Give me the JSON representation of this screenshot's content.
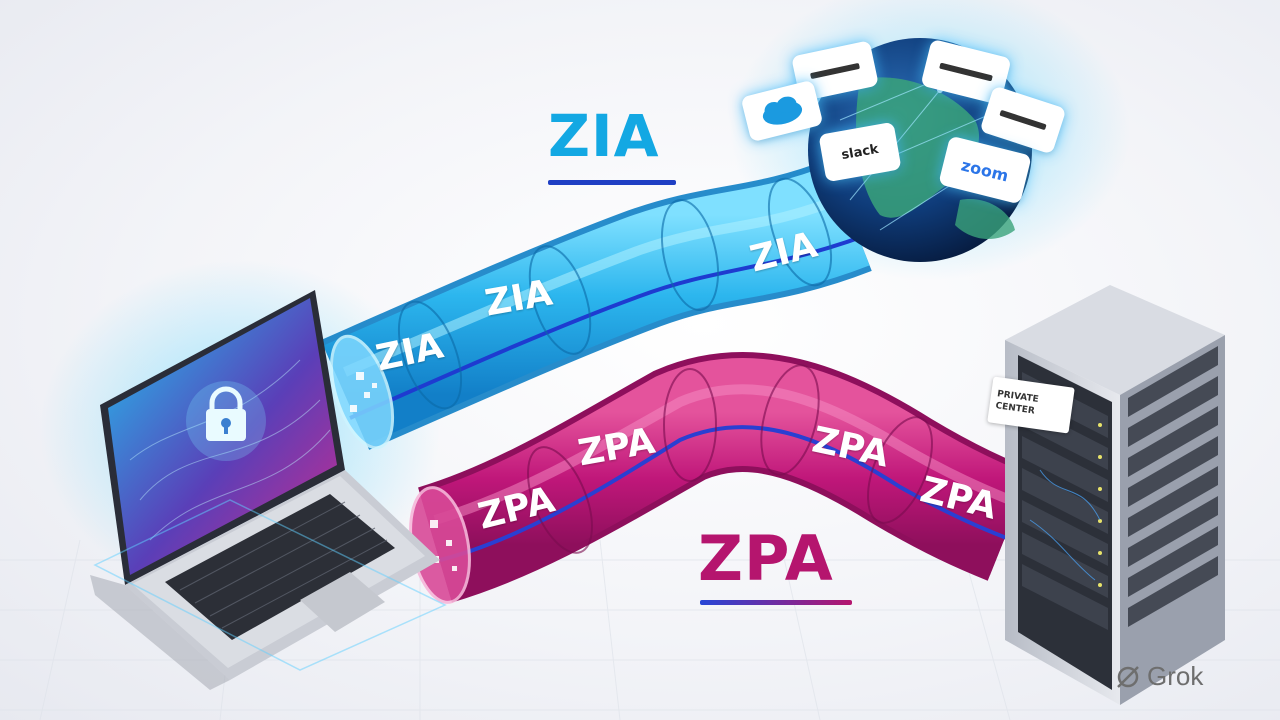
{
  "titles": {
    "zia": "ZIA",
    "zpa": "ZPA"
  },
  "zia_tunnel": {
    "labels": [
      "ZIA",
      "ZIA",
      "ZIA"
    ]
  },
  "zpa_tunnel": {
    "labels": [
      "ZPA",
      "ZPA",
      "ZPA",
      "ZPA"
    ]
  },
  "cloud_apps": [
    {
      "name": "",
      "icon": "app-card-icon"
    },
    {
      "name": "",
      "icon": "app-card-icon"
    },
    {
      "name": "",
      "icon": "salesforce-cloud-icon"
    },
    {
      "name": "",
      "icon": "app-card-icon"
    },
    {
      "name": "slack",
      "icon": "slack-icon"
    },
    {
      "name": "zoom",
      "icon": "zoom-icon"
    }
  ],
  "data_center": {
    "label_line1": "PRIVATE",
    "label_line2": "CENTER"
  },
  "watermark": {
    "text": "Grok",
    "icon": "grok-logo-icon"
  },
  "colors": {
    "zia": "#13a8e3",
    "zpa": "#b5156e",
    "accent_line": "#1f3fc4"
  }
}
